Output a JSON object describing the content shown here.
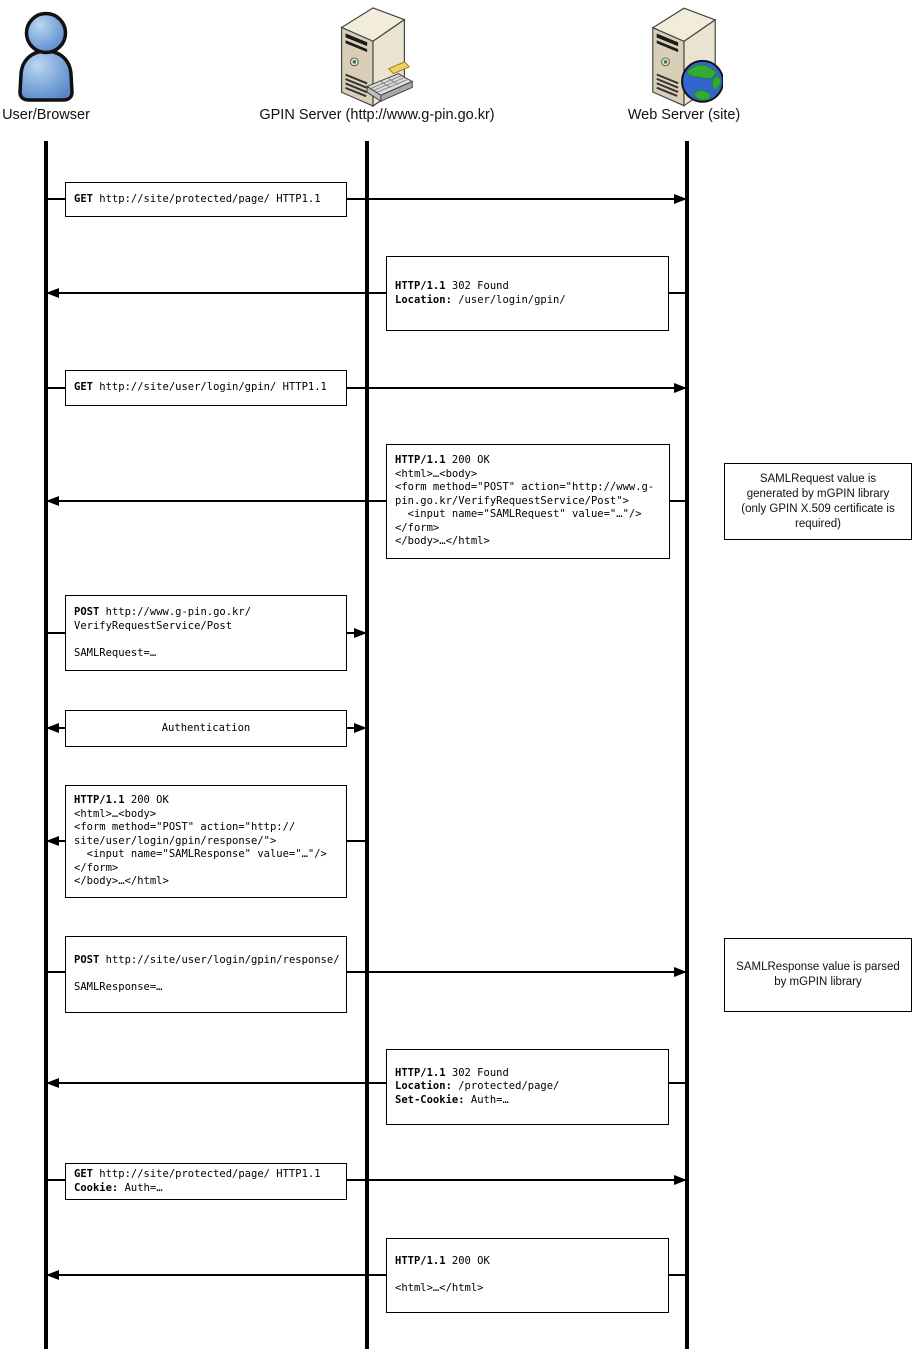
{
  "actors": [
    {
      "id": "user",
      "label": "User/Browser",
      "icon": "person-icon"
    },
    {
      "id": "gpin",
      "label": "GPIN Server (http://www.g-pin.go.kr)",
      "icon": "server-with-keyboard-icon"
    },
    {
      "id": "web",
      "label": "Web Server (site)",
      "icon": "server-with-globe-icon"
    }
  ],
  "messages": [
    {
      "id": "m1",
      "from": "user",
      "to": "web",
      "lines": [
        [
          {
            "b": "GET"
          },
          {
            "t": " http://site/protected/page/ HTTP1.1"
          }
        ]
      ]
    },
    {
      "id": "m2",
      "from": "web",
      "to": "user",
      "lines": [
        [
          {
            "b": "HTTP/1.1"
          },
          {
            "t": " 302 Found"
          }
        ],
        [
          {
            "b": "Location:"
          },
          {
            "t": " /user/login/gpin/"
          }
        ]
      ]
    },
    {
      "id": "m3",
      "from": "user",
      "to": "web",
      "lines": [
        [
          {
            "b": "GET"
          },
          {
            "t": " http://site/user/login/gpin/ HTTP1.1"
          }
        ]
      ]
    },
    {
      "id": "m4",
      "from": "web",
      "to": "user",
      "lines": [
        [
          {
            "b": "HTTP/1.1"
          },
          {
            "t": " 200 OK"
          }
        ],
        [
          {
            "t": "<html>…<body>"
          }
        ],
        [
          {
            "t": "<form method=\"POST\" action=\"http://www.g-"
          }
        ],
        [
          {
            "t": "pin.go.kr/VerifyRequestService/Post\">"
          }
        ],
        [
          {
            "t": "  <input name=\"SAMLRequest\" value=\"…\"/>"
          }
        ],
        [
          {
            "t": "</form>"
          }
        ],
        [
          {
            "t": "</body>…</html>"
          }
        ]
      ]
    },
    {
      "id": "m5",
      "from": "user",
      "to": "gpin",
      "lines": [
        [
          {
            "b": "POST"
          },
          {
            "t": " http://www.g-pin.go.kr/"
          }
        ],
        [
          {
            "t": "VerifyRequestService/Post"
          }
        ],
        [
          {
            "t": ""
          }
        ],
        [
          {
            "t": "SAMLRequest=…"
          }
        ]
      ]
    },
    {
      "id": "m6",
      "from": "user",
      "to": "gpin",
      "bidirectional": true,
      "lines": [
        [
          {
            "t": "Authentication"
          }
        ]
      ]
    },
    {
      "id": "m7",
      "from": "gpin",
      "to": "user",
      "lines": [
        [
          {
            "b": "HTTP/1.1"
          },
          {
            "t": " 200 OK"
          }
        ],
        [
          {
            "t": "<html>…<body>"
          }
        ],
        [
          {
            "t": "<form method=\"POST\" action=\"http://"
          }
        ],
        [
          {
            "t": "site/user/login/gpin/response/\">"
          }
        ],
        [
          {
            "t": "  <input name=\"SAMLResponse\" value=\"…\"/>"
          }
        ],
        [
          {
            "t": "</form>"
          }
        ],
        [
          {
            "t": "</body>…</html>"
          }
        ]
      ]
    },
    {
      "id": "m8",
      "from": "user",
      "to": "web",
      "lines": [
        [
          {
            "b": "POST"
          },
          {
            "t": " http://site/user/login/gpin/response/"
          }
        ],
        [
          {
            "t": ""
          }
        ],
        [
          {
            "t": "SAMLResponse=…"
          }
        ]
      ]
    },
    {
      "id": "m9",
      "from": "web",
      "to": "user",
      "lines": [
        [
          {
            "b": "HTTP/1.1"
          },
          {
            "t": " 302 Found"
          }
        ],
        [
          {
            "b": "Location:"
          },
          {
            "t": " /protected/page/"
          }
        ],
        [
          {
            "b": "Set-Cookie:"
          },
          {
            "t": " Auth=…"
          }
        ]
      ]
    },
    {
      "id": "m10",
      "from": "user",
      "to": "web",
      "lines": [
        [
          {
            "b": "GET"
          },
          {
            "t": " http://site/protected/page/ HTTP1.1"
          }
        ],
        [
          {
            "b": "Cookie:"
          },
          {
            "t": " Auth=…"
          }
        ]
      ]
    },
    {
      "id": "m11",
      "from": "web",
      "to": "user",
      "lines": [
        [
          {
            "b": "HTTP/1.1"
          },
          {
            "t": " 200 OK"
          }
        ],
        [
          {
            "t": ""
          }
        ],
        [
          {
            "t": "<html>…</html>"
          }
        ]
      ]
    }
  ],
  "notes": [
    {
      "id": "n1",
      "text": "SAMLRequest value is generated by mGPIN library (only GPIN X.509 certificate is required)"
    },
    {
      "id": "n2",
      "text": "SAMLResponse value is parsed by mGPIN library"
    }
  ],
  "colors": {
    "line": "#000000",
    "box_border": "#000000",
    "box_bg": "#ffffff",
    "person_blue": "#6f9fd8",
    "server_front": "#d8cfb6",
    "server_side": "#e9e3d1",
    "server_top": "#f2ecdb",
    "power_green": "#2f7d3f",
    "globe_blue": "#3366cc",
    "globe_green": "#33aa33",
    "pencil_yellow": "#f0d060"
  }
}
